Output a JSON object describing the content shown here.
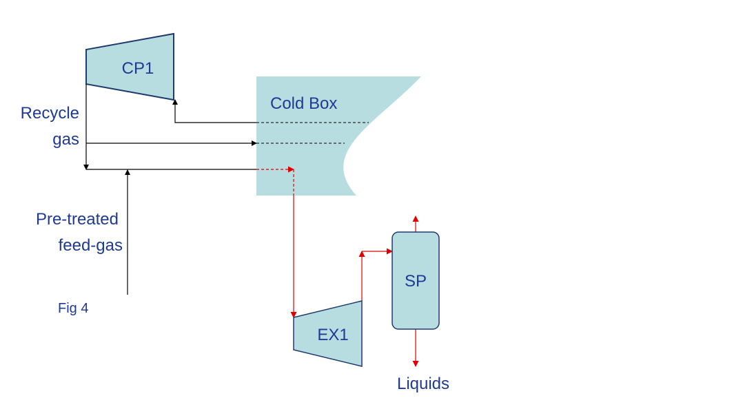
{
  "labels": {
    "cp1": "CP1",
    "cold_box": "Cold Box",
    "recycle_gas_line1": "Recycle",
    "recycle_gas_line2": "gas",
    "feed_gas_line1": "Pre-treated",
    "feed_gas_line2": "feed-gas",
    "ex1": "EX1",
    "sp": "SP",
    "liquids": "Liquids",
    "figure_caption": "Fig 4"
  },
  "colors": {
    "equipment_fill": "#b7dde0",
    "equipment_stroke": "#1f3a6e",
    "text": "#1f3a93",
    "process_line": "#000000",
    "cold_stream": "#e00000"
  }
}
